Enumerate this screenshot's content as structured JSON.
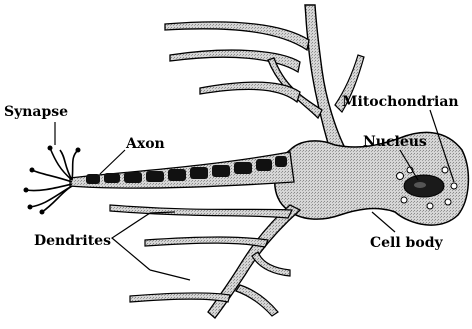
{
  "labels": {
    "synapse": "Synapse",
    "axon": "Axon",
    "mitochondrian": "Mitochondrian",
    "nucleus": "Nucleus",
    "dendrites": "Dendrites",
    "cell_body": "Cell body"
  },
  "colors": {
    "background": "#ffffff",
    "cell_fill": "#c8c8c8",
    "outline": "#000000",
    "myelin": "#111111",
    "nucleus": "#1a1a1a"
  }
}
